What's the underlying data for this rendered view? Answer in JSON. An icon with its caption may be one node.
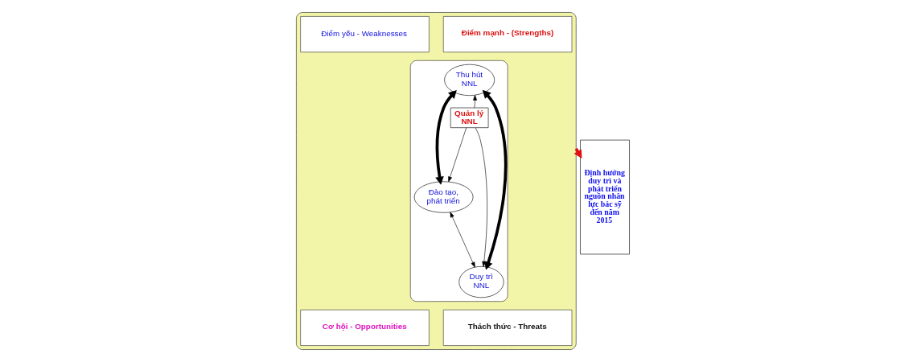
{
  "diagram": {
    "nodes": [
      {
        "text": [],
        "shape": "ellipse"
      },
      {
        "text": [
          "Điểm mạnh - (Strengths)"
        ],
        "in": 0
      },
      {
        "text": [
          "Điểm yếu - Weaknesses"
        ],
        "in": 0
      },
      {
        "text": [
          "Cơ hội - Opportunities"
        ],
        "in": 0
      },
      {
        "text": [
          "Thách thức - Threats"
        ],
        "in": 0
      },
      {
        "text": [],
        "shape": "ellipse",
        "in": 0
      },
      {
        "text": [
          "Thu hút NNL"
        ],
        "in": 5
      },
      {
        "text": [
          "Quản lý NNL"
        ],
        "in": 5
      },
      {
        "text": [
          "Đào tạo, phát triển"
        ],
        "in": 5
      },
      {
        "text": [
          "Duy trì NNL"
        ],
        "in": 5
      },
      {
        "text": [
          "Định hướng duy trì và phát triển nguồn nhân lực bác sỹ đến năm 2015"
        ]
      }
    ],
    "edges": [
      {
        "from": 7,
        "to": 6,
        "arrow": "to"
      },
      {
        "from": 7,
        "to": 8,
        "arrow": "to"
      },
      {
        "from": 7,
        "to": 9,
        "arrow": "to"
      },
      {
        "from": 8,
        "to": 6,
        "arrow": "both",
        "style": "thick"
      },
      {
        "from": 6,
        "to": 9,
        "arrow": "both",
        "style": "thick"
      },
      {
        "from": 8,
        "to": 9,
        "arrow": "both"
      },
      {
        "from": 0,
        "to": 10,
        "arrow": "to",
        "style": "thick",
        "color": "#e01010"
      }
    ]
  }
}
